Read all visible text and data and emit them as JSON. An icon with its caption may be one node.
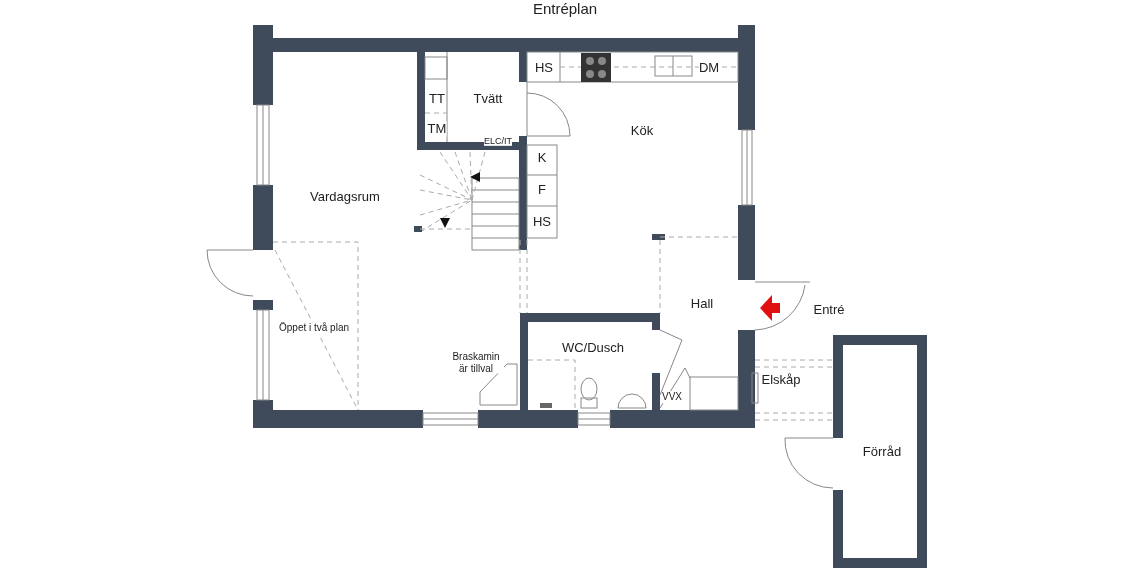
{
  "diagram": {
    "title": "Entréplan",
    "labels": [
      "Tvätt",
      "TT",
      "TM",
      "HS",
      "DM",
      "ELC/IT",
      "Kök",
      "K",
      "F",
      "HS",
      "Vardagsrum",
      "Öppet i två plan",
      "Braskamin är tillval",
      "WC/Dusch",
      "Hall",
      "Entré",
      "VVX",
      "Elskåp",
      "Förråd"
    ]
  }
}
